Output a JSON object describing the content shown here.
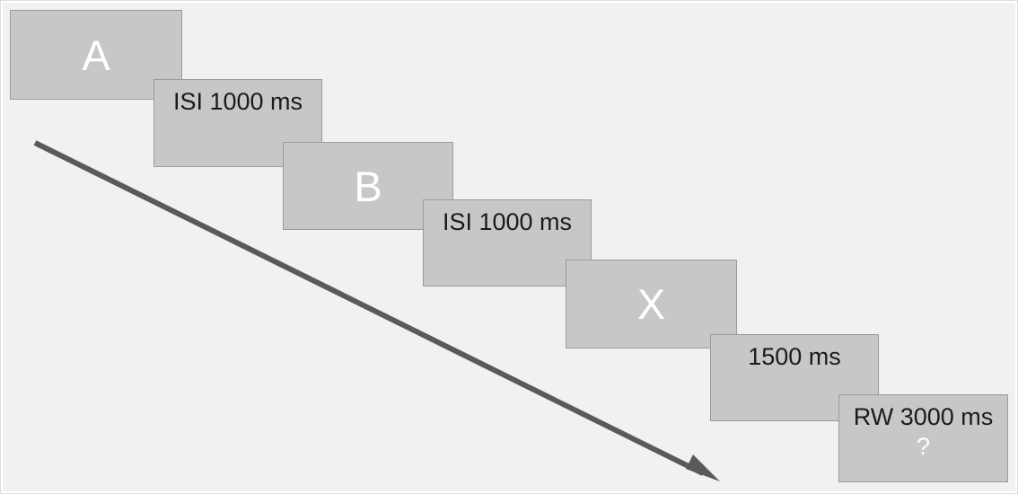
{
  "figure": {
    "title": "Experimental trial sequence diagram",
    "background_color": "#f0f1f1",
    "slide_fill_color": "#c6c7c8",
    "slide_border_color": "#9a9b9d",
    "arrow_color": "#595a5c"
  },
  "slides": [
    {
      "id": "stimulus-a",
      "text": "A",
      "text_color": "#ffffff",
      "kind": "stimulus"
    },
    {
      "id": "isi-1",
      "text": "ISI 1000 ms",
      "text_color": "#1b1b1b",
      "kind": "interval"
    },
    {
      "id": "stimulus-b",
      "text": "B",
      "text_color": "#ffffff",
      "kind": "stimulus"
    },
    {
      "id": "isi-2",
      "text": "ISI 1000 ms",
      "text_color": "#1b1b1b",
      "kind": "interval"
    },
    {
      "id": "stimulus-x",
      "text": "X",
      "text_color": "#ffffff",
      "kind": "stimulus"
    },
    {
      "id": "duration-1500",
      "text": "1500 ms",
      "text_color": "#1b1b1b",
      "kind": "interval"
    },
    {
      "id": "response-window",
      "text": "RW 3000 ms",
      "secondary_text": "?",
      "secondary_text_color": "#ffffff",
      "text_color": "#1b1b1b",
      "kind": "response"
    }
  ],
  "arrow": {
    "name": "time-direction-arrow",
    "start": "38,158",
    "end": "801,535"
  }
}
